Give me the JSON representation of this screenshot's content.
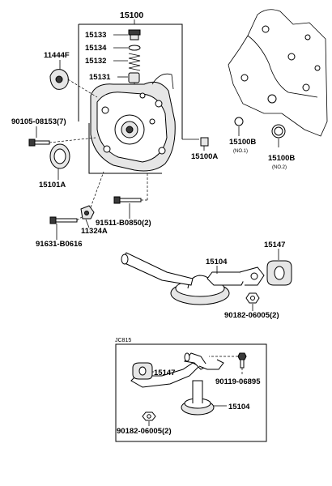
{
  "labels": {
    "p15100": "15100",
    "p15133": "15133",
    "p15134": "15134",
    "p15132": "15132",
    "p15131": "15131",
    "p11444f": "11444F",
    "p90105": "90105-08153(7)",
    "p15101a": "15101A",
    "p15100a": "15100A",
    "p15100b_1": "15100B",
    "p15100b_1_note": "(NO.1)",
    "p15100b_2": "15100B",
    "p15100b_2_note": "(NO.2)",
    "p91511": "91511-B0850(2)",
    "p11324a": "11324A",
    "p91631": "91631-B0616",
    "p15104_top": "15104",
    "p15147_top": "15147",
    "p90182_top": "90182-06005(2)",
    "inset_code": "JC815",
    "p15147_bot": "15147",
    "p90119": "90119-06895",
    "p15104_bot": "15104",
    "p90182_bot": "90182-06005(2)"
  }
}
